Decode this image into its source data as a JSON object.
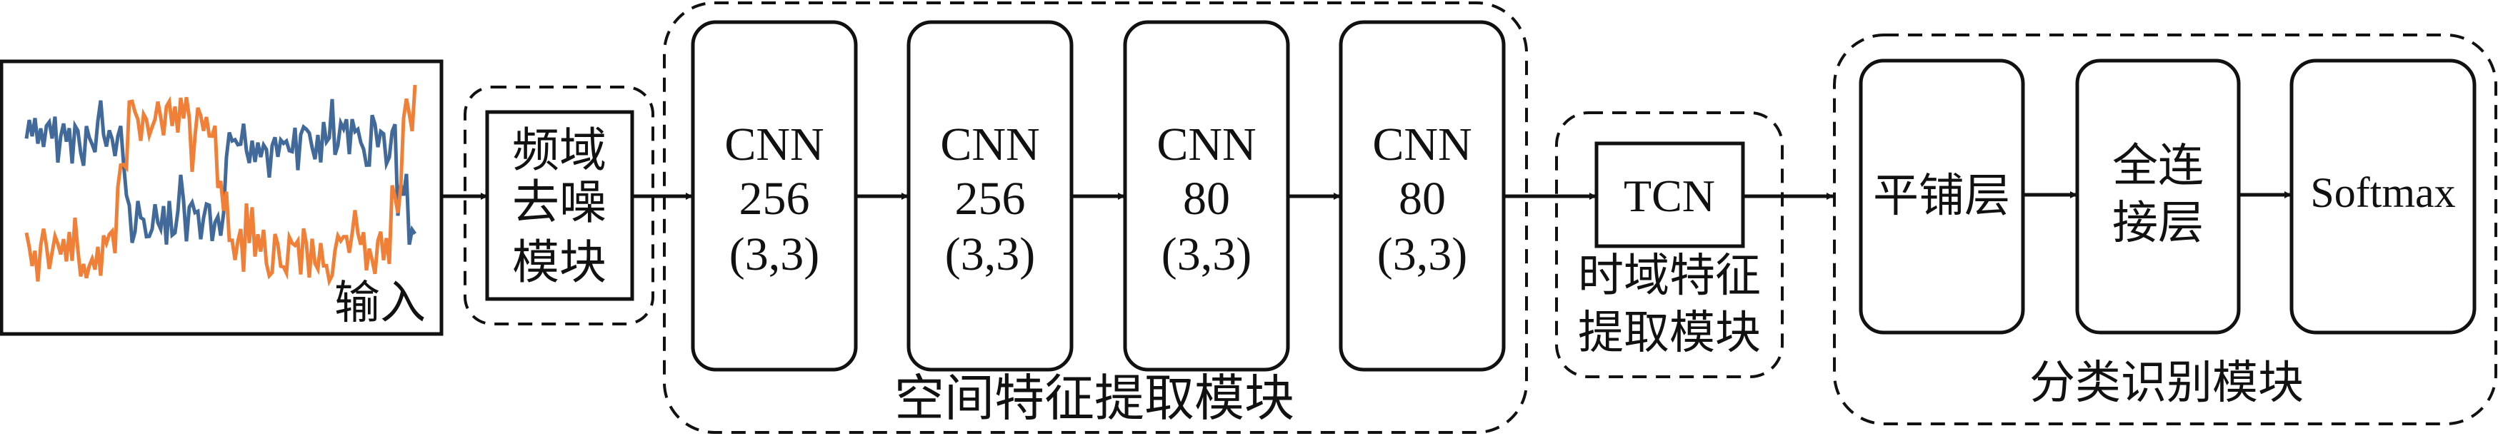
{
  "input": {
    "label": "输入",
    "signal_colors": {
      "series1": "#41699a",
      "series2": "#f07f37"
    }
  },
  "denoise": {
    "lines": [
      "频域",
      "去噪",
      "模块"
    ]
  },
  "spatial": {
    "label": "空间特征提取模块",
    "layers": [
      {
        "name": "CNN",
        "filters": "256",
        "kernel": "(3,3)"
      },
      {
        "name": "CNN",
        "filters": "256",
        "kernel": "(3,3)"
      },
      {
        "name": "CNN",
        "filters": "80",
        "kernel": "(3,3)"
      },
      {
        "name": "CNN",
        "filters": "80",
        "kernel": "(3,3)"
      }
    ]
  },
  "temporal": {
    "block": "TCN",
    "label_lines": [
      "时域特征",
      "提取模块"
    ]
  },
  "classify": {
    "label": "分类识别模块",
    "flatten": "平铺层",
    "dense_lines": [
      "全连",
      "接层"
    ],
    "softmax": "Softmax"
  }
}
